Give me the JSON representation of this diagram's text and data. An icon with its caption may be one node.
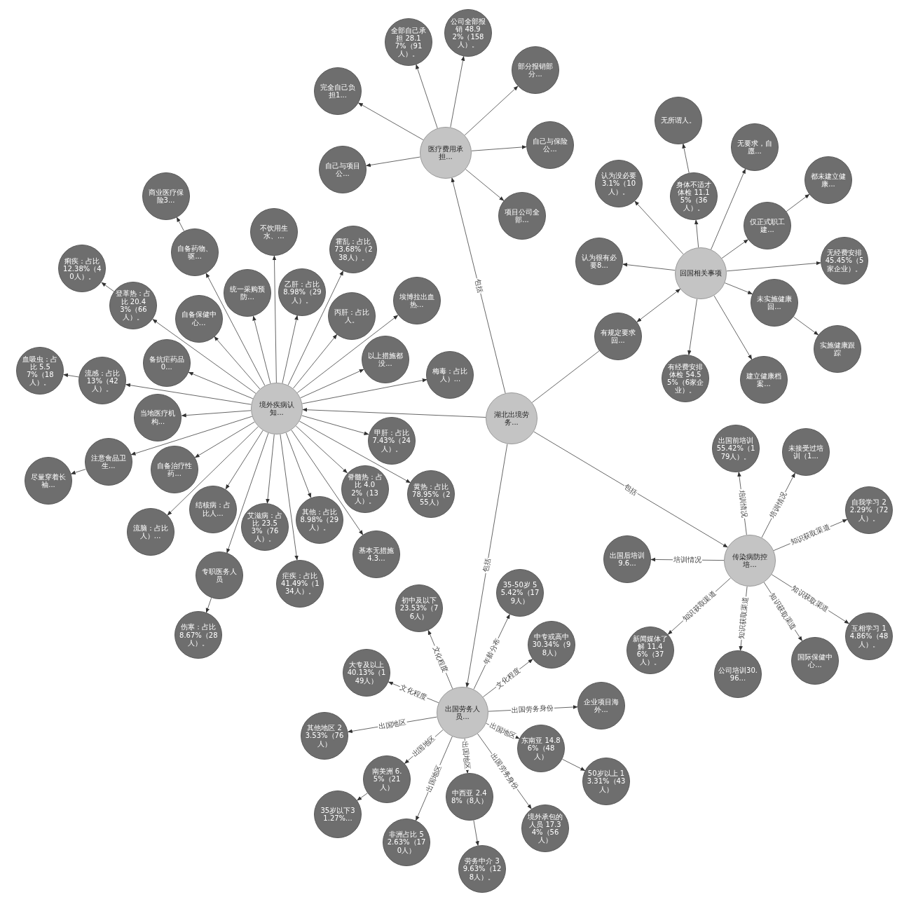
{
  "diagram": {
    "nodes": [
      {
        "text": [
          "湖北出境劳务..."
        ]
      },
      {
        "text": [
          "医疗费用承担..."
        ]
      },
      {
        "text": [
          "全部自己承担 28.17%（91人）。"
        ]
      },
      {
        "text": [
          "公司全部报销 48.92%（158人）。"
        ]
      },
      {
        "text": [
          "部分报销部分..."
        ]
      },
      {
        "text": [
          "完全自己负担1..."
        ]
      },
      {
        "text": [
          "自己与保险公..."
        ]
      },
      {
        "text": [
          "自己与项目公..."
        ]
      },
      {
        "text": [
          "项目公司全部..."
        ]
      },
      {
        "text": [
          "回国相关事项"
        ]
      },
      {
        "text": [
          "无所谓人。"
        ]
      },
      {
        "text": [
          "无要求，自愿..."
        ]
      },
      {
        "text": [
          "都未建立健康..."
        ]
      },
      {
        "text": [
          "认为没必要 3.1%（10人）。"
        ]
      },
      {
        "text": [
          "身体不适才体检 11.15%（36人）。"
        ]
      },
      {
        "text": [
          "仅正式职工建..."
        ]
      },
      {
        "text": [
          "认为很有必要8..."
        ]
      },
      {
        "text": [
          "无经费安排 45.45%（5家企业）。"
        ]
      },
      {
        "text": [
          "未实施健康回..."
        ]
      },
      {
        "text": [
          "有规定要求回..."
        ]
      },
      {
        "text": [
          "有经费安排体检 54.55%（6家企业）。"
        ]
      },
      {
        "text": [
          "建立健康档案..."
        ]
      },
      {
        "text": [
          "实施健康跟踪"
        ]
      },
      {
        "text": [
          "传染病防控培..."
        ]
      },
      {
        "text": [
          "出国前培训 55.42%（179人）。"
        ]
      },
      {
        "text": [
          "未接受过培训（1..."
        ]
      },
      {
        "text": [
          "出国后培训9.6..."
        ]
      },
      {
        "text": [
          "自我学习 22.29%（72人）。"
        ]
      },
      {
        "text": [
          "新闻媒体了解 11.46%（37人）。"
        ]
      },
      {
        "text": [
          "互相学习 14.86%（48人）。"
        ]
      },
      {
        "text": [
          "公司培训30.96..."
        ]
      },
      {
        "text": [
          "国际保健中心..."
        ]
      },
      {
        "text": [
          "出国劳务人员..."
        ]
      },
      {
        "text": [
          "35-50岁 55.42%（179人）"
        ]
      },
      {
        "text": [
          "初中及以下 23.53%（76人）"
        ]
      },
      {
        "text": [
          "中专或高中 30.34%（98人）"
        ]
      },
      {
        "text": [
          "大专及以上 40.13%（149人）"
        ]
      },
      {
        "text": [
          "企业项目海外..."
        ]
      },
      {
        "text": [
          "其他地区 23.53%（76人）"
        ]
      },
      {
        "text": [
          "东南亚 14.86%（48人）"
        ]
      },
      {
        "text": [
          "南美洲 6.5%（21人）"
        ]
      },
      {
        "text": [
          "50岁以上 13.31%（43人）"
        ]
      },
      {
        "text": [
          "中西亚 2.48%（8人）"
        ]
      },
      {
        "text": [
          "35岁以下31.27%..."
        ]
      },
      {
        "text": [
          "境外承包的人员 17.34%（56人）"
        ]
      },
      {
        "text": [
          "非洲占比 52.63%（170人）"
        ]
      },
      {
        "text": [
          "劳务中介 39.63%（128人）。"
        ]
      },
      {
        "text": [
          "境外疾病认知..."
        ]
      },
      {
        "text": [
          "商业医疗保险3..."
        ]
      },
      {
        "text": [
          "不饮用生水、..."
        ]
      },
      {
        "text": [
          "霍乱：占比 73.68%（238人）。"
        ]
      },
      {
        "text": [
          "痢疾：占比 12.38%（40人）。"
        ]
      },
      {
        "text": [
          "自备药物、驱..."
        ]
      },
      {
        "text": [
          "埃博拉出血热..."
        ]
      },
      {
        "text": [
          "登革热：占比 20.43%（66人）。"
        ]
      },
      {
        "text": [
          "乙肝：占比 8.98%（29人）。"
        ]
      },
      {
        "text": [
          "血吸虫：占比 5.57%（18人）。"
        ]
      },
      {
        "text": [
          "统一采购预防..."
        ]
      },
      {
        "text": [
          "以上措施都没..."
        ]
      },
      {
        "text": [
          "流感：占比 13%（42人）。"
        ]
      },
      {
        "text": [
          "丙肝：占比人。"
        ]
      },
      {
        "text": [
          "梅毒：占比人）..."
        ]
      },
      {
        "text": [
          "自备保健中心..."
        ]
      },
      {
        "text": [
          "备抗疟药品0..."
        ]
      },
      {
        "text": [
          "甲肝：占比 7.43%（24人）。"
        ]
      },
      {
        "text": [
          "注意食品卫生..."
        ]
      },
      {
        "text": [
          "尽量穿着长袖..."
        ]
      },
      {
        "text": [
          "脊髓热：占比 4.02%（13人）。"
        ]
      },
      {
        "text": [
          "黄热：占比 78.95%（255人）"
        ]
      },
      {
        "text": [
          "结核病：占比人..."
        ]
      },
      {
        "text": [
          "基本无措施4.3..."
        ]
      },
      {
        "text": [
          "自备治疗性药..."
        ]
      },
      {
        "text": [
          "当地医疗机构..."
        ]
      },
      {
        "text": [
          "疟疾：占比 41.49%（134人）。"
        ]
      },
      {
        "text": [
          "专职医务人员"
        ]
      },
      {
        "text": [
          "其他：占比 8.98%（29人）。"
        ]
      },
      {
        "text": [
          "流脑：占比人）..."
        ]
      },
      {
        "text": [
          "艾滋病：占比 23.53%（76人）。"
        ]
      },
      {
        "text": [
          "伤寒：占比 8.67%（28人）。"
        ]
      }
    ],
    "edges": [
      {
        "from": 0,
        "to": 1,
        "arrow": "to",
        "label": "包括"
      },
      {
        "from": 1,
        "to": 2,
        "arrow": "to"
      },
      {
        "from": 1,
        "to": 3,
        "arrow": "to"
      },
      {
        "from": 1,
        "to": 4,
        "arrow": "to"
      },
      {
        "from": 1,
        "to": 5,
        "arrow": "to"
      },
      {
        "from": 1,
        "to": 6,
        "arrow": "to"
      },
      {
        "from": 1,
        "to": 7,
        "arrow": "to"
      },
      {
        "from": 1,
        "to": 8,
        "arrow": "to"
      },
      {
        "from": 14,
        "to": 10,
        "arrow": "to"
      },
      {
        "from": 9,
        "to": 11,
        "arrow": "to"
      },
      {
        "from": 15,
        "to": 12,
        "arrow": "to"
      },
      {
        "from": 9,
        "to": 13,
        "arrow": "to"
      },
      {
        "from": 9,
        "to": 14,
        "arrow": "to"
      },
      {
        "from": 9,
        "to": 15,
        "arrow": "to"
      },
      {
        "from": 9,
        "to": 16,
        "arrow": "to"
      },
      {
        "from": 9,
        "to": 17,
        "arrow": "to"
      },
      {
        "from": 9,
        "to": 18,
        "arrow": "to"
      },
      {
        "from": 18,
        "to": 22,
        "arrow": "to"
      },
      {
        "from": 9,
        "to": 20,
        "arrow": "to"
      },
      {
        "from": 9,
        "to": 21,
        "arrow": "to"
      },
      {
        "from": 19,
        "to": 9,
        "arrow": "both"
      },
      {
        "from": 0,
        "to": 19,
        "arrow": "none"
      },
      {
        "from": 0,
        "to": 23,
        "arrow": "to",
        "label": "包括"
      },
      {
        "from": 23,
        "to": 24,
        "arrow": "to",
        "label": "培训情况"
      },
      {
        "from": 23,
        "to": 25,
        "arrow": "to",
        "label": "培训情况"
      },
      {
        "from": 23,
        "to": 26,
        "arrow": "to",
        "label": "培训情况"
      },
      {
        "from": 23,
        "to": 27,
        "arrow": "to",
        "label": "知识获取渠道"
      },
      {
        "from": 23,
        "to": 28,
        "arrow": "to",
        "label": "知识获取渠道"
      },
      {
        "from": 23,
        "to": 29,
        "arrow": "to",
        "label": "知识获取渠道"
      },
      {
        "from": 23,
        "to": 30,
        "arrow": "to",
        "label": "知识获取渠道"
      },
      {
        "from": 23,
        "to": 31,
        "arrow": "to",
        "label": "知识获取渠道"
      },
      {
        "from": 0,
        "to": 32,
        "arrow": "to",
        "label": "包括"
      },
      {
        "from": 32,
        "to": 33,
        "arrow": "to",
        "label": "年龄分布"
      },
      {
        "from": 32,
        "to": 34,
        "arrow": "to",
        "label": "文化程度"
      },
      {
        "from": 32,
        "to": 35,
        "arrow": "to",
        "label": "文化程度"
      },
      {
        "from": 32,
        "to": 36,
        "arrow": "to",
        "label": "文化程度"
      },
      {
        "from": 32,
        "to": 37,
        "arrow": "to",
        "label": "出国劳务身份"
      },
      {
        "from": 32,
        "to": 38,
        "arrow": "to",
        "label": "出国地区"
      },
      {
        "from": 32,
        "to": 39,
        "arrow": "to",
        "label": "出国地区"
      },
      {
        "from": 39,
        "to": 41,
        "arrow": "to"
      },
      {
        "from": 32,
        "to": 40,
        "arrow": "to",
        "label": "出国地区"
      },
      {
        "from": 40,
        "to": 43,
        "arrow": "to"
      },
      {
        "from": 32,
        "to": 42,
        "arrow": "to",
        "label": "出国地区"
      },
      {
        "from": 42,
        "to": 46,
        "arrow": "to"
      },
      {
        "from": 32,
        "to": 44,
        "arrow": "to",
        "label": "出国劳务身份"
      },
      {
        "from": 32,
        "to": 45,
        "arrow": "to",
        "label": "出国地区"
      },
      {
        "from": 0,
        "to": 47,
        "arrow": "to"
      },
      {
        "from": 52,
        "to": 48,
        "arrow": "to"
      },
      {
        "from": 47,
        "to": 49,
        "arrow": "to"
      },
      {
        "from": 47,
        "to": 50,
        "arrow": "to"
      },
      {
        "from": 54,
        "to": 51,
        "arrow": "to"
      },
      {
        "from": 47,
        "to": 52,
        "arrow": "to"
      },
      {
        "from": 47,
        "to": 53,
        "arrow": "to"
      },
      {
        "from": 47,
        "to": 54,
        "arrow": "to"
      },
      {
        "from": 47,
        "to": 55,
        "arrow": "to"
      },
      {
        "from": 59,
        "to": 56,
        "arrow": "to"
      },
      {
        "from": 47,
        "to": 57,
        "arrow": "to"
      },
      {
        "from": 47,
        "to": 58,
        "arrow": "to"
      },
      {
        "from": 47,
        "to": 59,
        "arrow": "to"
      },
      {
        "from": 47,
        "to": 60,
        "arrow": "to"
      },
      {
        "from": 47,
        "to": 61,
        "arrow": "to"
      },
      {
        "from": 47,
        "to": 62,
        "arrow": "to"
      },
      {
        "from": 47,
        "to": 63,
        "arrow": "to"
      },
      {
        "from": 47,
        "to": 64,
        "arrow": "to"
      },
      {
        "from": 47,
        "to": 65,
        "arrow": "to"
      },
      {
        "from": 65,
        "to": 66,
        "arrow": "to"
      },
      {
        "from": 47,
        "to": 67,
        "arrow": "to"
      },
      {
        "from": 47,
        "to": 68,
        "arrow": "to"
      },
      {
        "from": 47,
        "to": 69,
        "arrow": "to"
      },
      {
        "from": 47,
        "to": 70,
        "arrow": "to"
      },
      {
        "from": 47,
        "to": 71,
        "arrow": "to"
      },
      {
        "from": 47,
        "to": 72,
        "arrow": "to"
      },
      {
        "from": 47,
        "to": 73,
        "arrow": "to"
      },
      {
        "from": 47,
        "to": 74,
        "arrow": "to"
      },
      {
        "from": 47,
        "to": 75,
        "arrow": "to"
      },
      {
        "from": 47,
        "to": 76,
        "arrow": "to"
      },
      {
        "from": 47,
        "to": 77,
        "arrow": "to"
      },
      {
        "from": 74,
        "to": 78,
        "arrow": "to"
      }
    ]
  }
}
